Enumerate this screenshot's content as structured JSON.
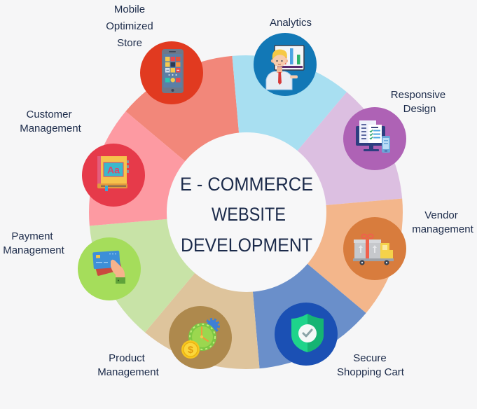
{
  "diagram": {
    "title_lines": [
      "E - COMMERCE",
      "WEBSITE",
      "DEVELOPMENT"
    ],
    "colors": {
      "background": "#f6f6f7",
      "text": "#1c2b4a",
      "center_fill": "#f7f7f8"
    },
    "segments": [
      {
        "key": "mobile",
        "label_lines": [
          "Mobile",
          "Optimized",
          "Store"
        ],
        "segment_color": "#f2877a",
        "badge_color": "#e13a20",
        "icon": "smartphone-icon"
      },
      {
        "key": "analytics",
        "label_lines": [
          "Analytics"
        ],
        "segment_color": "#a8dff1",
        "badge_color": "#1278b6",
        "icon": "analytics-presenter-icon"
      },
      {
        "key": "responsive",
        "label_lines": [
          "Responsive",
          "Design"
        ],
        "segment_color": "#dcbfe1",
        "badge_color": "#ae62b5",
        "icon": "responsive-devices-icon"
      },
      {
        "key": "vendor",
        "label_lines": [
          "Vendor",
          "management"
        ],
        "segment_color": "#f3b68b",
        "badge_color": "#d87c3d",
        "icon": "delivery-truck-icon"
      },
      {
        "key": "secure",
        "label_lines": [
          "Secure",
          "Shopping Cart"
        ],
        "segment_color": "#6a8fca",
        "badge_color": "#1b50b4",
        "icon": "security-shield-icon"
      },
      {
        "key": "product",
        "label_lines": [
          "Product",
          "Management"
        ],
        "segment_color": "#dec49c",
        "badge_color": "#ae894d",
        "icon": "time-money-gear-icon",
        "icon_text": "$"
      },
      {
        "key": "payment",
        "label_lines": [
          "Payment",
          "Management"
        ],
        "segment_color": "#c8e3a7",
        "badge_color": "#a5dd5b",
        "icon": "credit-card-hand-icon"
      },
      {
        "key": "customer",
        "label_lines": [
          "Customer",
          "Management"
        ],
        "segment_color": "#fd9aa2",
        "badge_color": "#e63a4a",
        "icon": "address-book-icon",
        "icon_text": "Aa"
      }
    ]
  }
}
